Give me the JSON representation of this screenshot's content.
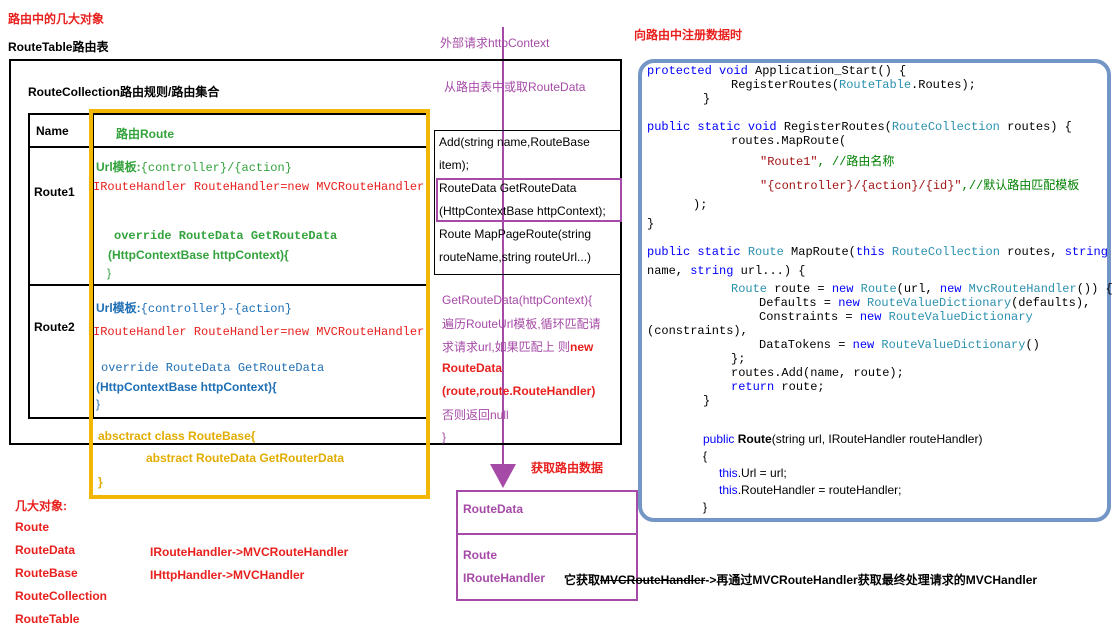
{
  "header": {
    "title": "路由中的几大对象",
    "route_table_label": "RouteTable路由表",
    "route_collection_label": "RouteCollection路由规则/路由集合",
    "register_title": "向路由中注册数据时"
  },
  "table": {
    "name_header": "Name",
    "route_header": "路由Route",
    "route1": {
      "name": "Route1",
      "url_label": "Url模板:",
      "url_template": "{controller}/{action}",
      "handler": "IRouteHandler RouteHandler=new MVCRouteHandler(",
      "override": "override RouteData GetRouteData",
      "param": "(HttpContextBase httpContext){",
      "close": "}"
    },
    "route2": {
      "name": "Route2",
      "url_label": "Url模板:",
      "url_template": "{controller}-{action}",
      "handler": "IRouteHandler RouteHandler=new MVCRouteHandler(",
      "override": "override RouteData GetRouteData",
      "param": "(HttpContextBase httpContext){",
      "close": "}"
    },
    "routebase": {
      "class_decl": "absctract class RouteBase{",
      "method": "abstract RouteData GetRouterData",
      "close": "}"
    }
  },
  "flow": {
    "external_request": "外部请求httpContext",
    "get_from_table": "从路由表中或取RouteData",
    "get_route_data": "获取路由数据",
    "desc_line1": "GetRouteData(httpContext){",
    "desc_line2": "遍历RouteUrl模板,循环匹配请",
    "desc_line3_a": "求请求url,如果匹配上 则",
    "desc_line3_b": "new",
    "desc_line4": "RouteData",
    "desc_line5": "(route,route.RouteHandler)",
    "desc_line6": "否则返回null",
    "desc_line7": "}"
  },
  "methods": {
    "add_line1": "Add(string name,RouteBase",
    "add_line2": "item);",
    "get_line1": "RouteData GetRouteData",
    "get_line2": "(HttpContextBase httpContext);",
    "map_line1": "Route MapPageRoute(string",
    "map_line2": "routeName,string routeUrl...)"
  },
  "routedata_box": {
    "title": "RouteData",
    "route": "Route",
    "handler": "IRouteHandler",
    "note_a": "它获取",
    "note_strike": "MVCRouteHandler",
    "note_b": "->再通过MVCRouteHandler获取最终处理请求的MVCHandler"
  },
  "legend": {
    "title": "几大对象:",
    "items": [
      "Route",
      "RouteData",
      "RouteBase",
      "RouteCollection",
      "RouteTable"
    ],
    "mapping1": "IRouteHandler->MVCRouteHandler",
    "mapping2": "IHttpHandler->MVCHandler"
  },
  "code": {
    "l1_kw": "protected void",
    "l1_rest": " Application_Start() {",
    "l2_a": "RegisterRoutes(",
    "l2_type": "RouteTable",
    "l2_b": ".Routes);",
    "l3": "}",
    "l4_kw": "public static void",
    "l4_a": " RegisterRoutes(",
    "l4_type": "RouteCollection",
    "l4_b": " routes) {",
    "l5": "routes.MapRoute(",
    "l6_str": "\"Route1\"",
    "l6_cm": ", //路由名称",
    "l7_str": "\"{controller}/{action}/{id}\"",
    "l7_cm": ",//默认路由匹配模板",
    "l8": ");",
    "l9": "}",
    "l10_kw": "public static",
    "l10_type": " Route",
    "l10_a": " MapRoute(",
    "l10_kw2": "this",
    "l10_type2": " RouteCollection",
    "l10_b": " routes, ",
    "l10_kw3": "string",
    "l11_a": "name, ",
    "l11_kw": "string",
    "l11_b": " url...) {",
    "l12_type": "Route",
    "l12_a": " route = ",
    "l12_kw": "new",
    "l12_type2": " Route",
    "l12_b": "(url, ",
    "l12_kw2": "new",
    "l12_type3": " MvcRouteHandler",
    "l12_c": "()) {",
    "l13_a": "Defaults = ",
    "l13_kw": "new",
    "l13_type": " RouteValueDictionary",
    "l13_b": "(defaults),",
    "l14_a": "Constraints = ",
    "l14_kw": "new",
    "l14_type": " RouteValueDictionary",
    "l15": "(constraints),",
    "l16_a": "DataTokens = ",
    "l16_kw": "new",
    "l16_type": " RouteValueDictionary",
    "l16_b": "()",
    "l17": "};",
    "l18": "routes.Add(name, route);",
    "l19_kw": "return",
    "l19_b": " route;",
    "l20": "}",
    "l21_kw": "public",
    "l21_name": " Route",
    "l21_a": "(string url, IRouteHandler routeHandler)",
    "l22": "{",
    "l23_kw": "this",
    "l23_b": ".Url = url;",
    "l24_kw": "this",
    "l24_b": ".RouteHandler = routeHandler;",
    "l25": "}"
  },
  "colors": {
    "red": "#e8201e",
    "purple": "#a64aa7",
    "green": "#34a33e",
    "blue": "#1f6fb5",
    "gold": "#f2b705",
    "code_blue_border": "#7496c6"
  }
}
